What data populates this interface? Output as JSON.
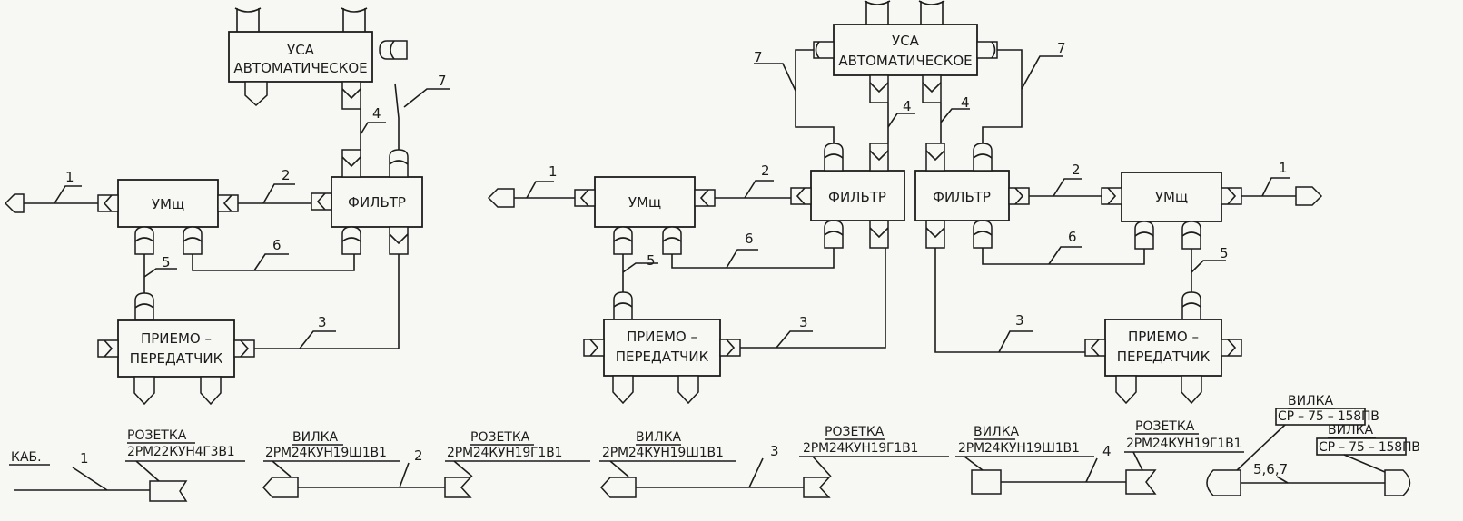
{
  "blocks": {
    "usa": [
      "УСА",
      "АВТОМАТИЧЕСКОЕ"
    ],
    "umsh": "УМщ",
    "filter": "ФИЛЬТР",
    "pp": [
      "ПРИЕМО –",
      "ПЕРЕДАТЧИК"
    ]
  },
  "cable_numbers": {
    "c1": "1",
    "c2": "2",
    "c3": "3",
    "c4": "4",
    "c5": "5",
    "c6": "6",
    "c7": "7"
  },
  "legend": {
    "kab_label": "КАБ.",
    "cable1": {
      "num": "1",
      "conn_type": "РОЗЕТКА",
      "part": "2РМ22КУН4Г3В1"
    },
    "cable2": {
      "num": "2",
      "left_type": "ВИЛКА",
      "left_part": "2РМ24КУН19Ш1В1",
      "right_type": "РОЗЕТКА",
      "right_part": "2РМ24КУН19Г1В1"
    },
    "cable3": {
      "num": "3",
      "left_type": "ВИЛКА",
      "left_part": "2РМ24КУН19Ш1В1",
      "right_type": "РОЗЕТКА",
      "right_part": "2РМ24КУН19Г1В1"
    },
    "cable4": {
      "num": "4",
      "left_type": "ВИЛКА",
      "left_part": "2РМ24КУН19Ш1В1",
      "right_type": "РОЗЕТКА",
      "right_part": "2РМ24КУН19Г1В1"
    },
    "cable567": {
      "num": "5,6,7",
      "left_type": "ВИЛКА",
      "left_part": "СР – 75 – 158ПВ",
      "right_type": "ВИЛКА",
      "right_part": "СР – 75 – 158ПВ"
    }
  }
}
